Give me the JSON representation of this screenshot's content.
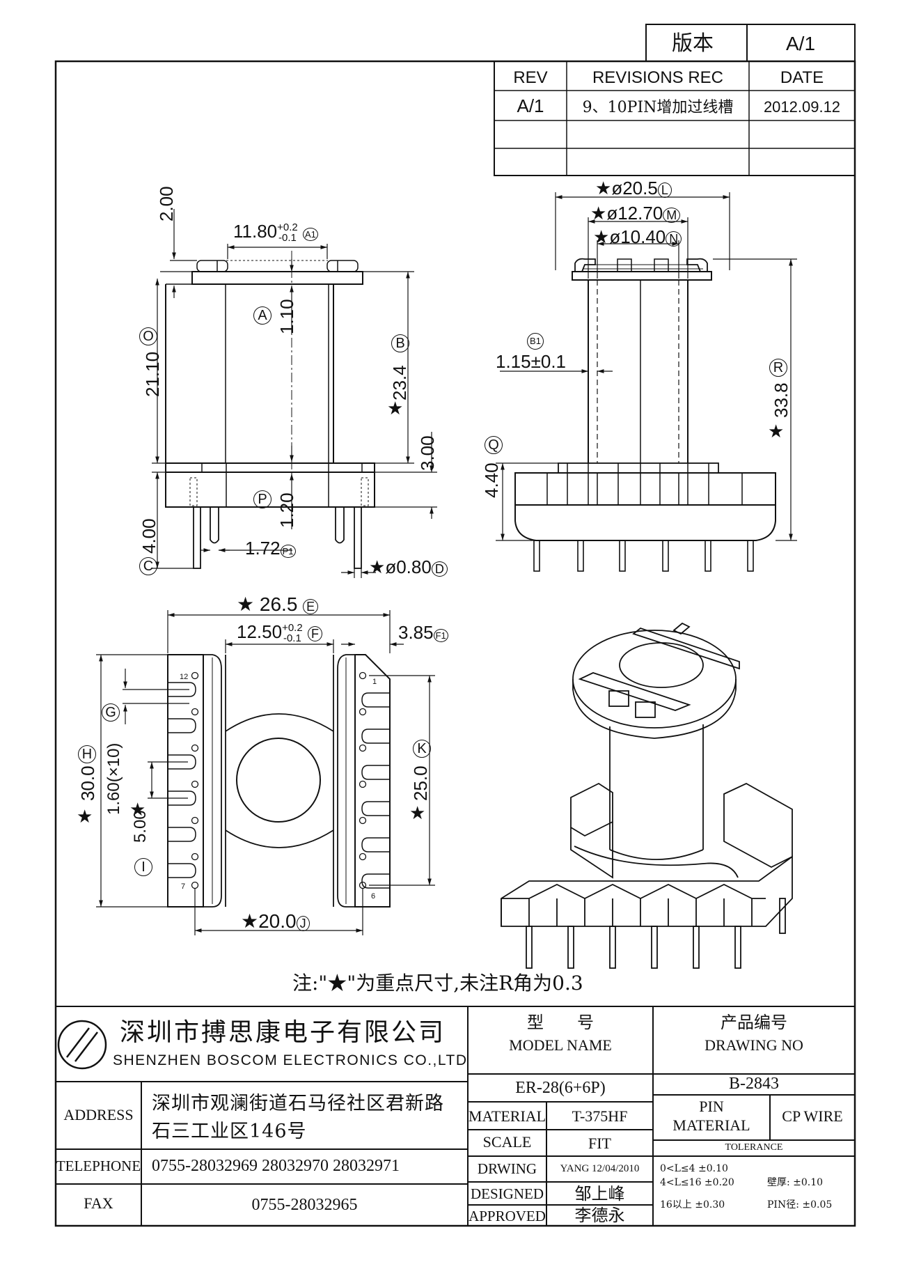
{
  "version_box": {
    "label": "版本",
    "value": "A/1"
  },
  "revisions": {
    "headers": [
      "REV",
      "REVISIONS REC",
      "DATE"
    ],
    "rows": [
      [
        "A/1",
        "9、10PIN增加过线槽",
        "2012.09.12"
      ],
      [
        "",
        "",
        ""
      ],
      [
        "",
        "",
        ""
      ]
    ]
  },
  "dimensions": {
    "a1": "11.80",
    "a1_tol_plus": "+0.2",
    "a1_tol_minus": "-0.1",
    "a1_mark": "A1",
    "top_height": "2.00",
    "a": "1.10",
    "a_mark": "A",
    "o": "21.10",
    "o_mark": "O",
    "b": "23.4",
    "b_mark": "B",
    "three": "3.00",
    "p": "1.20",
    "p_mark": "P",
    "c": "4.00",
    "c_mark": "C",
    "p1": "1.72",
    "p1_mark": "P1",
    "d": "ø0.80",
    "d_mark": "D",
    "l": "ø20.5",
    "l_mark": "L",
    "m": "ø12.70",
    "m_mark": "M",
    "n": "ø10.40",
    "n_mark": "N",
    "b1": "1.15±0.1",
    "b1_mark": "B1",
    "r": "33.8",
    "r_mark": "R",
    "q": "4.40",
    "q_mark": "Q",
    "e": "26.5",
    "e_mark": "E",
    "f": "12.50",
    "f_tol_plus": "+0.2",
    "f_tol_minus": "-0.1",
    "f_mark": "F",
    "f1": "3.85",
    "f1_mark": "F1",
    "h": "30.0",
    "h_mark": "H",
    "g": "1.60(×10)",
    "g_mark": "G",
    "i": "5.00",
    "i_mark": "I",
    "k": "25.0",
    "k_mark": "K",
    "j": "20.0",
    "j_mark": "J",
    "star": "★"
  },
  "pin_labels": {
    "p12": "12",
    "p1": "1",
    "p7": "7",
    "p6": "6"
  },
  "note": "注:\"★\"为重点尺寸,未注R角为0.3",
  "company": {
    "cn": "深圳市搏思康电子有限公司",
    "en": "SHENZHEN BOSCOM ELECTRONICS CO.,LTD"
  },
  "info": {
    "address_label": "ADDRESS",
    "address_1": "深圳市观澜街道石马径社区君新路",
    "address_2": "石三工业区146号",
    "telephone_label": "TELEPHONE",
    "telephone": "0755-28032969 28032970 28032971",
    "fax_label": "FAX",
    "fax": "0755-28032965"
  },
  "model": {
    "label_cn": "型　　号",
    "label_en": "MODEL NAME",
    "value": "ER-28(6+6P)"
  },
  "drawing": {
    "label_cn": "产品编号",
    "label_en": "DRAWING NO",
    "value": "B-2843"
  },
  "material": {
    "label": "MATERIAL",
    "value": "T-375HF"
  },
  "scale": {
    "label": "SCALE",
    "value": "FIT"
  },
  "drwing": {
    "label": "DRWING",
    "value": "YANG 12/04/2010"
  },
  "designed": {
    "label": "DESIGNED",
    "value": "邹上峰"
  },
  "approved": {
    "label": "APPROVED",
    "value": "李德永"
  },
  "pin_material": {
    "label_1": "PIN",
    "label_2": "MATERIAL",
    "value": "CP WIRE"
  },
  "tolerance": {
    "title": "TOLERANCE",
    "r1": "0<L≤4  ±0.10",
    "r2": "4<L≤16 ±0.20",
    "r3": "16以上     ±0.30",
    "wall": "壁厚:  ±0.10",
    "pin": "PIN径: ±0.05"
  }
}
